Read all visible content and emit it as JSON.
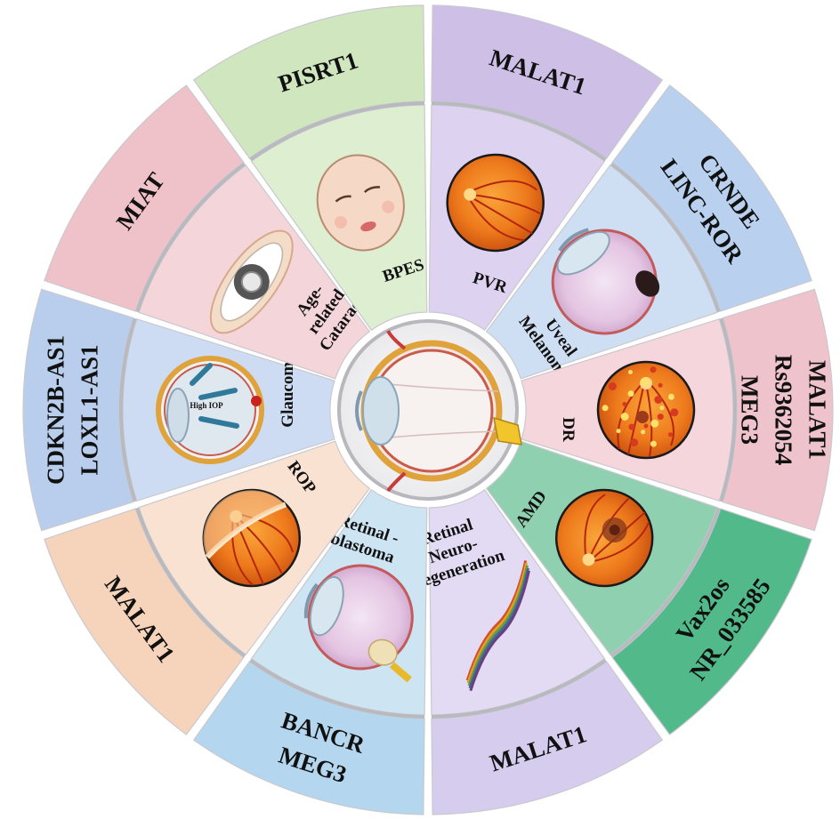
{
  "center": {
    "icon": "eye-cross-section-icon"
  },
  "segments": [
    {
      "disease": [
        "PVR"
      ],
      "genes": [
        "MALAT1"
      ],
      "outer_color": "#cdbfe6",
      "inner_color": "#ddd2f0",
      "image": "fundus-icon"
    },
    {
      "disease": [
        "Uveal",
        "Melanoma"
      ],
      "genes": [
        "CRNDE",
        "LINC-ROR"
      ],
      "outer_color": "#b9d0ee",
      "inner_color": "#cfdff3",
      "image": "eye-tumor-icon"
    },
    {
      "disease": [
        "DR"
      ],
      "genes": [
        "MALAT1",
        "Rs9362054",
        "MEG3"
      ],
      "outer_color": "#efc3cc",
      "inner_color": "#f4d6dc",
      "image": "diabetic-fundus-icon"
    },
    {
      "disease": [
        "AMD"
      ],
      "genes": [
        "Vax2os",
        "NR_033585"
      ],
      "outer_color": "#52b98a",
      "inner_color": "#8fd0b0",
      "image": "macular-fundus-icon"
    },
    {
      "disease": [
        "Retinal",
        "Neuro-",
        "degeneration"
      ],
      "genes": [
        "MALAT1"
      ],
      "outer_color": "#d6cdee",
      "inner_color": "#e2dbf3",
      "image": "retina-layers-icon"
    },
    {
      "disease": [
        "Retinal -",
        "blastoma"
      ],
      "genes": [
        "BANCR",
        "MEG3"
      ],
      "outer_color": "#b4d6ee",
      "inner_color": "#cde4f3",
      "image": "eye-globe-icon"
    },
    {
      "disease": [
        "ROP"
      ],
      "genes": [
        "MALAT1"
      ],
      "outer_color": "#f6d4bc",
      "inner_color": "#f9e2d1",
      "image": "rop-fundus-icon"
    },
    {
      "disease": [
        "Glaucoma"
      ],
      "genes": [
        "CDKN2B-AS1",
        "LOXL1-AS1"
      ],
      "outer_color": "#b9cdec",
      "inner_color": "#cddcf2",
      "image": "glaucoma-eye-icon",
      "image_label": "High IOP"
    },
    {
      "disease": [
        "Age-",
        "related",
        "Cataract"
      ],
      "genes": [
        "MIAT"
      ],
      "outer_color": "#efc1c8",
      "inner_color": "#f4d5da",
      "image": "cataract-eye-icon"
    },
    {
      "disease": [
        "BPES"
      ],
      "genes": [
        "PISRT1"
      ],
      "outer_color": "#cfe6bf",
      "inner_color": "#ddeed1",
      "image": "baby-face-icon"
    }
  ]
}
